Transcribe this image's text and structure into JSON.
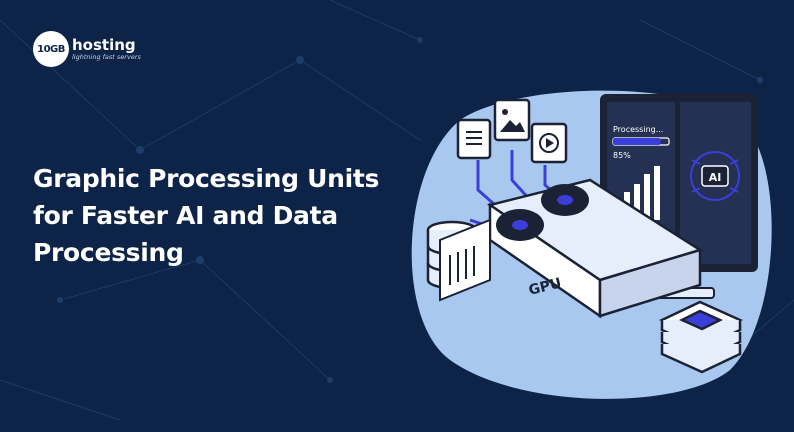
{
  "brand": {
    "badge": "10GB",
    "name": "hosting",
    "tagline": "lightning fast servers"
  },
  "headline": {
    "line1": "Graphic Processing Units",
    "line2": "for Faster AI and Data",
    "line3": "Processing"
  },
  "illustration": {
    "monitor_status": "Processing...",
    "monitor_percent": "85%",
    "progress": 0.85,
    "ai_label": "AI",
    "gpu_label": "GPU"
  },
  "colors": {
    "background": "#0d2347",
    "blob": "#a9c8ef",
    "accent": "#3a3fd9",
    "ink": "#1b2235"
  }
}
